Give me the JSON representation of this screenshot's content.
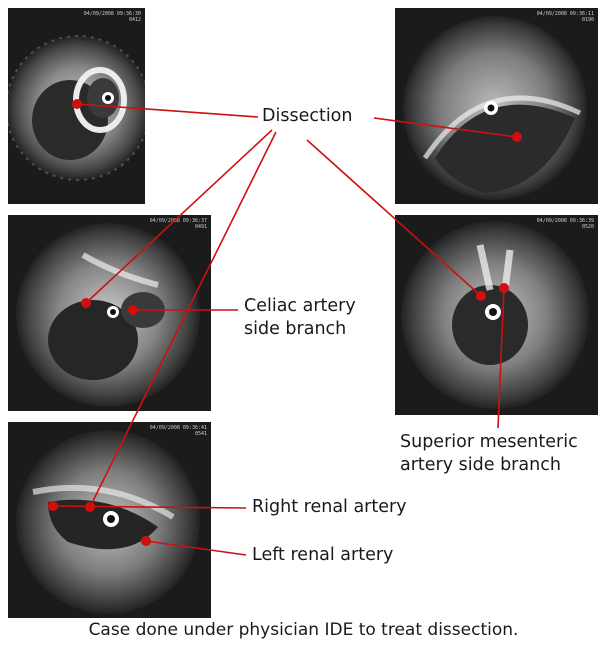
{
  "panels": [
    {
      "id": "p1",
      "stamp_time": "04/09/2008 09:36:30",
      "stamp_frame": "0412"
    },
    {
      "id": "p2",
      "stamp_time": "04/09/2008 09:36:11",
      "stamp_frame": "0190"
    },
    {
      "id": "p3",
      "stamp_time": "04/09/2008 09:36:37",
      "stamp_frame": "0491"
    },
    {
      "id": "p4",
      "stamp_time": "04/09/2008 09:36:39",
      "stamp_frame": "0520"
    },
    {
      "id": "p5",
      "stamp_time": "04/09/2008 09:36:41",
      "stamp_frame": "0541"
    }
  ],
  "labels": {
    "dissection": "Dissection",
    "celiac_line1": "Celiac artery",
    "celiac_line2": "side branch",
    "sma_line1": "Superior mesenteric",
    "sma_line2": "artery side branch",
    "right_renal": "Right renal artery",
    "left_renal": "Left renal artery"
  },
  "caption": "Case done under physician IDE to treat dissection.",
  "colors": {
    "annotation": "#cc1111",
    "panel_background": "#1b1b1b",
    "text": "#1a1a1a"
  }
}
